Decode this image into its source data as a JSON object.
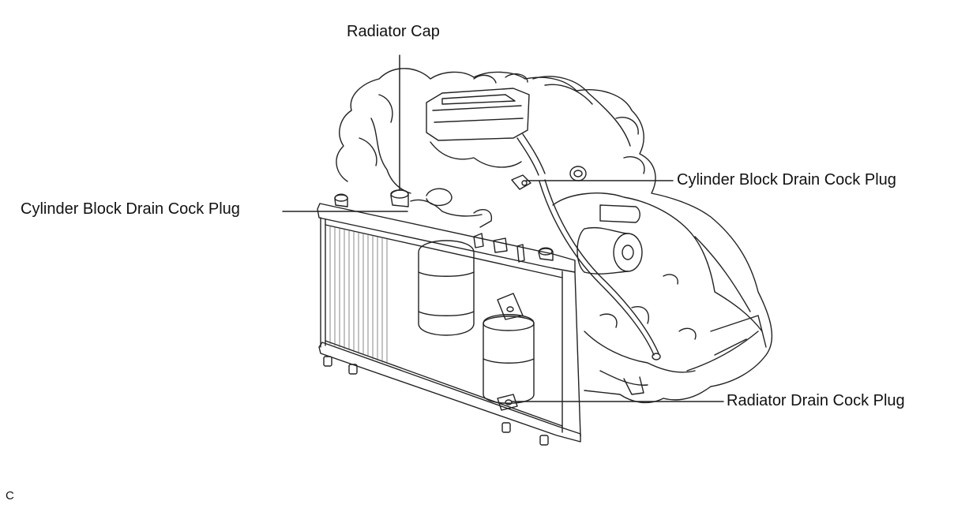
{
  "labels": {
    "radiator_cap": "Radiator Cap",
    "cylinder_block_drain_left": "Cylinder Block Drain Cock Plug",
    "cylinder_block_drain_right": "Cylinder Block Drain Cock Plug",
    "radiator_drain": "Radiator Drain Cock Plug",
    "corner_mark": "C"
  },
  "colors": {
    "line": "#222222",
    "background": "#ffffff"
  }
}
